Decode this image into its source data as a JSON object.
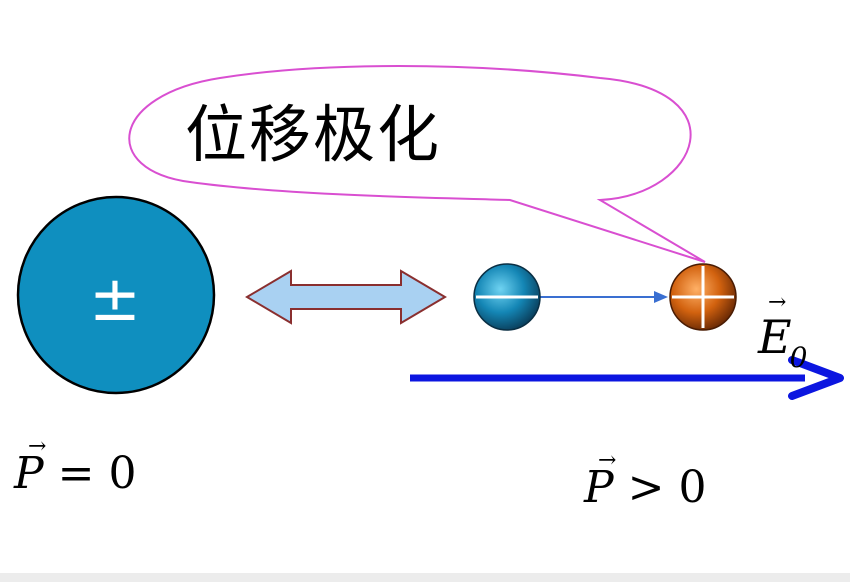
{
  "callout": {
    "text": "位移极化",
    "stroke_color": "#d94fd1"
  },
  "unpolarized_atom": {
    "sign": "±",
    "fill_color": "#0f8fbf",
    "caption": {
      "symbol": "P",
      "vector_mark": "→",
      "relation": " = 0"
    }
  },
  "transition_arrow": {
    "fill_color": "#a9d1f2",
    "stroke_color": "#8a2f2f"
  },
  "polarized_atom": {
    "negative_charge_color": "#0d6e8f",
    "positive_charge_color": "#c95b10",
    "displacement_arrow_color": "#3a6fd1",
    "caption": {
      "symbol": "P",
      "vector_mark": "→",
      "relation": " > 0"
    }
  },
  "field": {
    "symbol": "E",
    "vector_mark": "→",
    "subscript": "0",
    "color": "#0c16e0"
  }
}
